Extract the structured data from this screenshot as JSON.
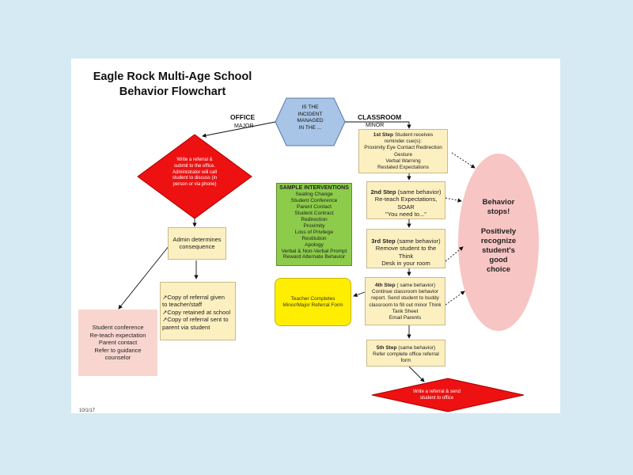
{
  "title": {
    "line1": "Eagle Rock Multi-Age School",
    "line2": "Behavior Flowchart"
  },
  "labels": {
    "office": "OFFICE",
    "major": "MAJOR",
    "classroom": "CLASSROOM",
    "minor": "MINOR"
  },
  "decision": {
    "lines": [
      "IS THE",
      "INCIDENT",
      "MANAGED",
      "IN THE ..."
    ]
  },
  "office_referral": {
    "lines": [
      "Write a referral &",
      "submit to the office.",
      "Administrator will call",
      "student to discuss (in",
      "person or via phone)"
    ]
  },
  "admin": {
    "lines": [
      "Admin determines",
      "consequence"
    ]
  },
  "copies": {
    "lines": [
      "↗Copy of referral given",
      "to teacher/staff",
      "↗Copy retained at school",
      "↗Copy of referral sent to",
      "parent via student"
    ]
  },
  "outcomes": {
    "lines": [
      "Student conference",
      "Re-teach expectation",
      "Parent contact",
      "Refer to guidance",
      "counselor"
    ]
  },
  "interventions": {
    "heading": "SAMPLE INTERVENTIONS",
    "items": [
      "Seating Change",
      "Student Conference",
      "Parent Contact",
      "Student Contract",
      "Redirection",
      "Proximity",
      "Loss of Privilege",
      "Restitution",
      "Apology",
      "Verbal & Non-Verbal Prompt",
      "Reward Alternate Behavior"
    ]
  },
  "steps": [
    {
      "title": "1st Step",
      "text_lines": [
        "Student receives",
        "reminder cue(s):",
        "Proximity Eye Contact Redirection",
        "Gesture",
        "Verbal Warning",
        "Restated Expectations"
      ]
    },
    {
      "title": "2nd Step",
      "suffix": "(same behavior)",
      "text_lines": [
        "Re-teach Expectations, SOAR",
        "\"You need to...\""
      ]
    },
    {
      "title": "3rd Step",
      "suffix": "(same behavior)",
      "text_lines": [
        "Remove student to the Think",
        "Desk in your room"
      ]
    },
    {
      "title": "4th Step",
      "suffix": "( same behavior)",
      "text_lines": [
        "Continue classroom behavior",
        "report. Send student to buddy",
        "classroom to fill out minor Think",
        "Tank Sheet",
        "Email Parents"
      ]
    },
    {
      "title": "5th Step",
      "suffix": "(same behavior)",
      "text_lines": [
        "Refer complete office referral",
        "form"
      ]
    }
  ],
  "teacher_completes": {
    "lines": [
      "Teacher Completes",
      "Minor/Major Referral Form"
    ]
  },
  "behavior_stops": {
    "lines": [
      "Behavior",
      "stops!",
      "",
      "Positively",
      "recognize",
      "student's",
      "good",
      "choice"
    ]
  },
  "final_referral": {
    "lines": [
      "Write a referral & send",
      "student to office"
    ]
  },
  "footer": "10/1/17",
  "colors": {
    "background": "#d6eaf3",
    "box_fill": "#fdf0c0",
    "hexagon": "#a8c4e6",
    "diamond": "#ee1111",
    "green": "#8dcc4a",
    "yellow": "#ffee00",
    "pink_ellipse": "#f7c5c3",
    "pink_box": "#f8d6cf"
  }
}
